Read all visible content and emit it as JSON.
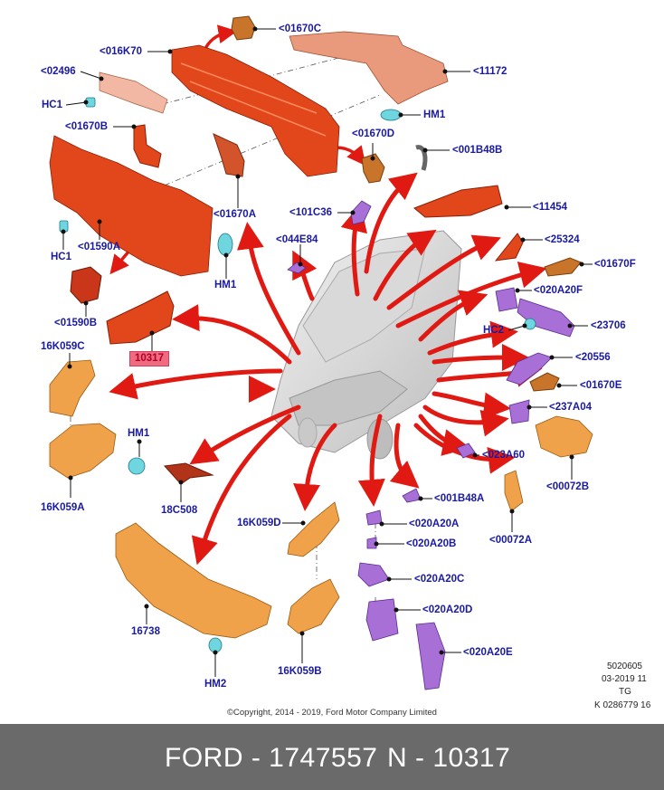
{
  "parts": {
    "p01670C": "<01670C",
    "p016K70": "<016K70",
    "p11172": "<11172",
    "p02496": "<02496",
    "hc1_top": "HC1",
    "hm1_top": "HM1",
    "p01670B": "<01670B",
    "p01670D": "<01670D",
    "p001B48B": "<001B48B",
    "p101C36": "<101C36",
    "p11454": "<11454",
    "p01670A": "<01670A",
    "p01590A": "<01590A",
    "hc1_left": "HC1",
    "p044E84": "<044E84",
    "p25324": "<25324",
    "p01670F": "<01670F",
    "hm1_mid": "HM1",
    "p020A20F": "<020A20F",
    "p01590B": "<01590B",
    "hc2": "HC2",
    "p23706": "<23706",
    "p10317": "10317",
    "p16K059C": "16K059C",
    "p20556": "<20556",
    "p01670E": "<01670E",
    "p237A04": "<237A04",
    "hm1_left": "HM1",
    "p023A60": "<023A60",
    "p16K059A": "16K059A",
    "p18C508": "18C508",
    "p00072B": "<00072B",
    "p001B48A": "<001B48A",
    "p16K059D": "16K059D",
    "p020A20A": "<020A20A",
    "p00072A": "<00072A",
    "p020A20B": "<020A20B",
    "p020A20C": "<020A20C",
    "p16738": "16738",
    "p020A20D": "<020A20D",
    "p020A20E": "<020A20E",
    "p16K059B": "16K059B",
    "hm2": "HM2"
  },
  "notes": {
    "n1": "5020605",
    "n2": "03-2019 11",
    "n3": "TG",
    "n4": "K 0286779 16"
  },
  "copyright": "©Copyright, 2014 - 2019, Ford Motor Company Limited",
  "footer": {
    "brand_part": "FORD - 1747557",
    "n_part": "N - 10317"
  },
  "colors": {
    "label": "#1a1aa0",
    "arrow": "#e01a12",
    "red_part": "#e2471c",
    "orange_part": "#f0a24a",
    "purple_part": "#a86fd6",
    "cyan_fastener": "#6fd6e0",
    "brown_part": "#c8742a",
    "highlight": "#f06b80",
    "footer_bg": "#6a6a6a"
  }
}
